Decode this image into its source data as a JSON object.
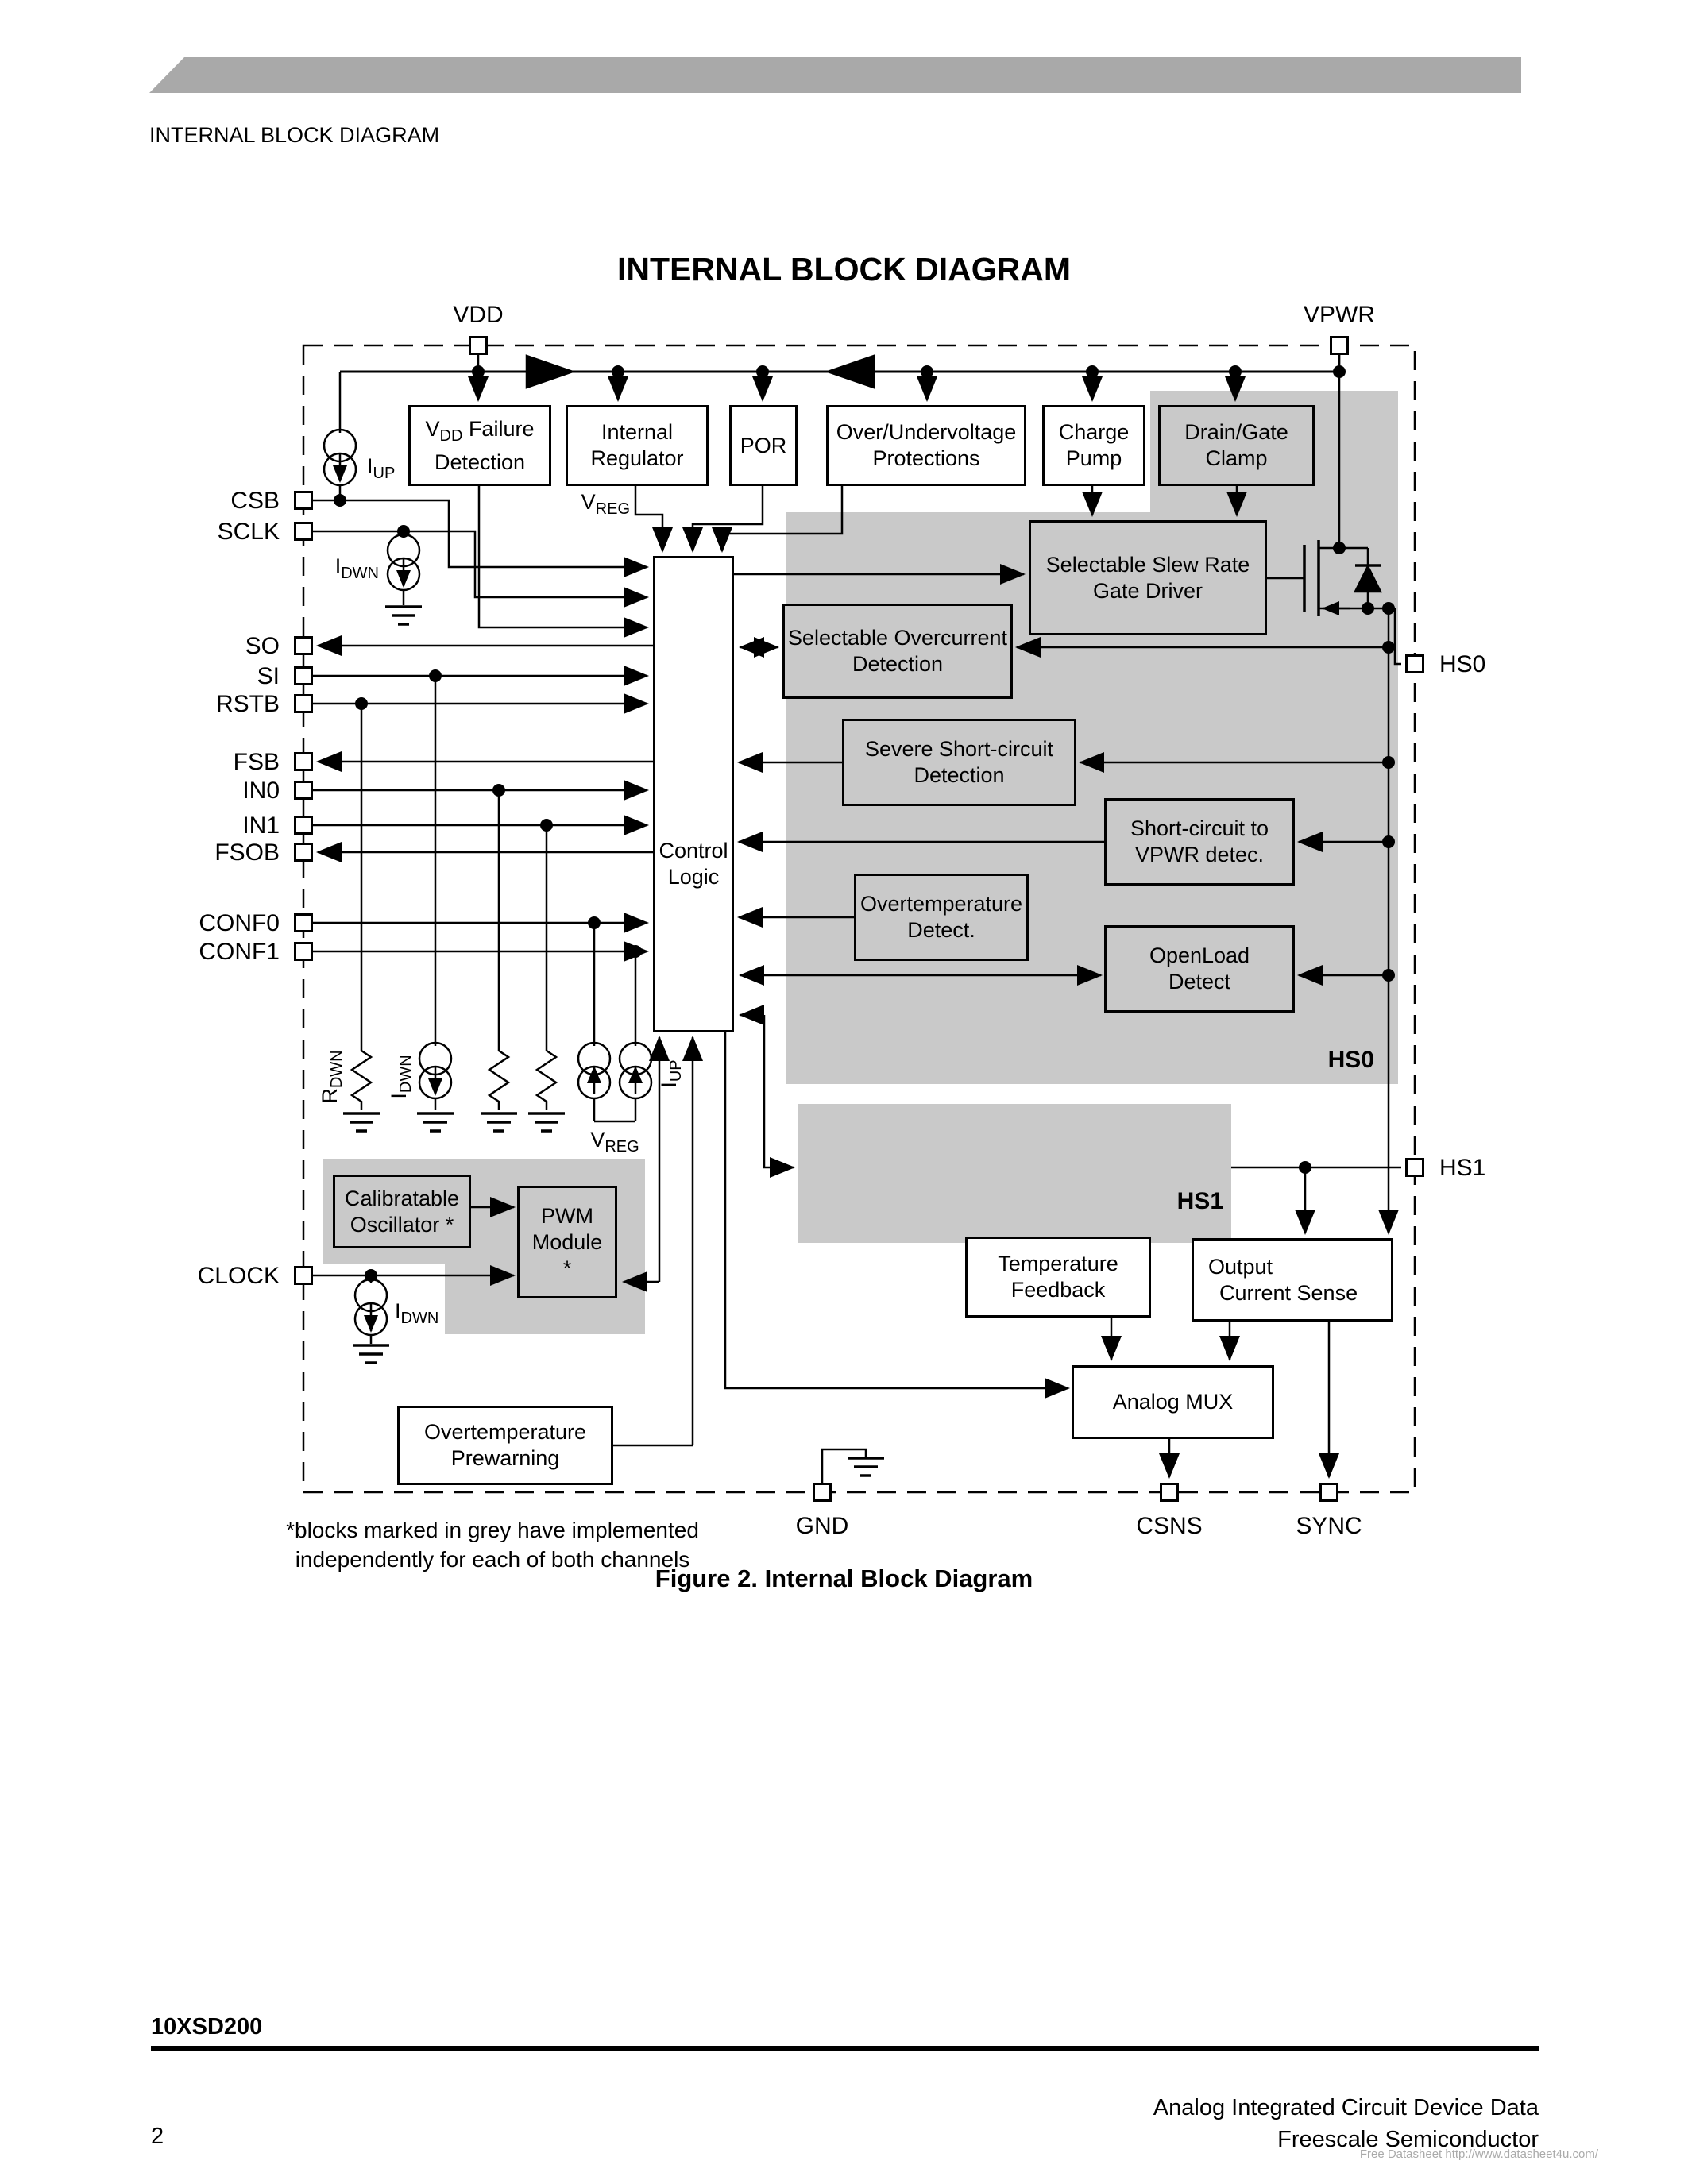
{
  "page": {
    "header": "INTERNAL BLOCK DIAGRAM",
    "title": "INTERNAL BLOCK DIAGRAM",
    "figure_caption": "Figure 2. Internal Block Diagram",
    "footnote_line1": "*blocks marked in grey have implemented",
    "footnote_line2": "independently for each of both channels",
    "footer": {
      "part_number": "10XSD200",
      "page_number": "2",
      "doc_line1": "Analog Integrated Circuit Device Data",
      "doc_line2": "Freescale Semiconductor",
      "watermark": "Free Datasheet http://www.datasheet4u.com/"
    }
  },
  "colors": {
    "region_gray": "#c9c9c9",
    "bar_gray": "#a9a9a9",
    "line": "#000000"
  },
  "pins": {
    "vdd": "VDD",
    "vpwr": "VPWR",
    "csb": "CSB",
    "sclk": "SCLK",
    "so": "SO",
    "si": "SI",
    "rstb": "RSTB",
    "fsb": "FSB",
    "in0": "IN0",
    "in1": "IN1",
    "fsob": "FSOB",
    "conf0": "CONF0",
    "conf1": "CONF1",
    "clock": "CLOCK",
    "gnd": "GND",
    "csns": "CSNS",
    "sync": "SYNC",
    "hs0": "HS0",
    "hs1": "HS1"
  },
  "blocks": {
    "vdd_failure": {
      "pre": "V",
      "sub": "DD",
      "post": " Failure",
      "line2": "Detection"
    },
    "internal_regulator": {
      "line1": "Internal",
      "line2": "Regulator"
    },
    "por": {
      "line1": "POR"
    },
    "over_undervoltage": {
      "line1": "Over/Undervoltage",
      "line2": "Protections"
    },
    "charge_pump": {
      "line1": "Charge",
      "line2": "Pump"
    },
    "drain_gate_clamp": {
      "line1": "Drain/Gate",
      "line2": "Clamp"
    },
    "slew_rate": {
      "line1": "Selectable Slew Rate",
      "line2": "Gate Driver"
    },
    "sel_overcurrent": {
      "line1": "Selectable Overcurrent",
      "line2": "Detection"
    },
    "severe_short": {
      "line1": "Severe Short-circuit",
      "line2": "Detection"
    },
    "short_vpwr": {
      "line1": "Short-circuit to",
      "line2": "VPWR detec."
    },
    "overtemp_detect": {
      "line1": "Overtemperature",
      "line2": "Detect."
    },
    "openload": {
      "line1": "OpenLoad",
      "line2": "Detect"
    },
    "control_logic": {
      "line1": "Control",
      "line2": "Logic"
    },
    "calibratable_osc": {
      "line1": "Calibratable",
      "line2": "Oscillator *"
    },
    "pwm_module": {
      "line1": "PWM",
      "line2": "Module",
      "line3": "*"
    },
    "temp_feedback": {
      "line1": "Temperature",
      "line2": "Feedback"
    },
    "output_current_sense": {
      "line1": "Output",
      "line2": "Current Sense"
    },
    "analog_mux": {
      "line1": "Analog MUX"
    },
    "overtemp_prewarning": {
      "line1": "Overtemperature",
      "line2": "Prewarning"
    }
  },
  "regions": {
    "hs0": "HS0",
    "hs1": "HS1"
  },
  "symbols": {
    "iup_top": {
      "pre": "I",
      "sub": "UP"
    },
    "idwn_sclk": {
      "pre": "I",
      "sub": "DWN"
    },
    "vreg_top": {
      "pre": "V",
      "sub": "REG"
    },
    "rdwn": {
      "pre": "R",
      "sub": "DWN"
    },
    "idwn_pull": {
      "pre": "I",
      "sub": "DWN"
    },
    "iup_pull": {
      "pre": "I",
      "sub": "UP"
    },
    "vreg_pull": {
      "pre": "V",
      "sub": "REG"
    },
    "idwn_clock": {
      "pre": "I",
      "sub": "DWN"
    }
  }
}
